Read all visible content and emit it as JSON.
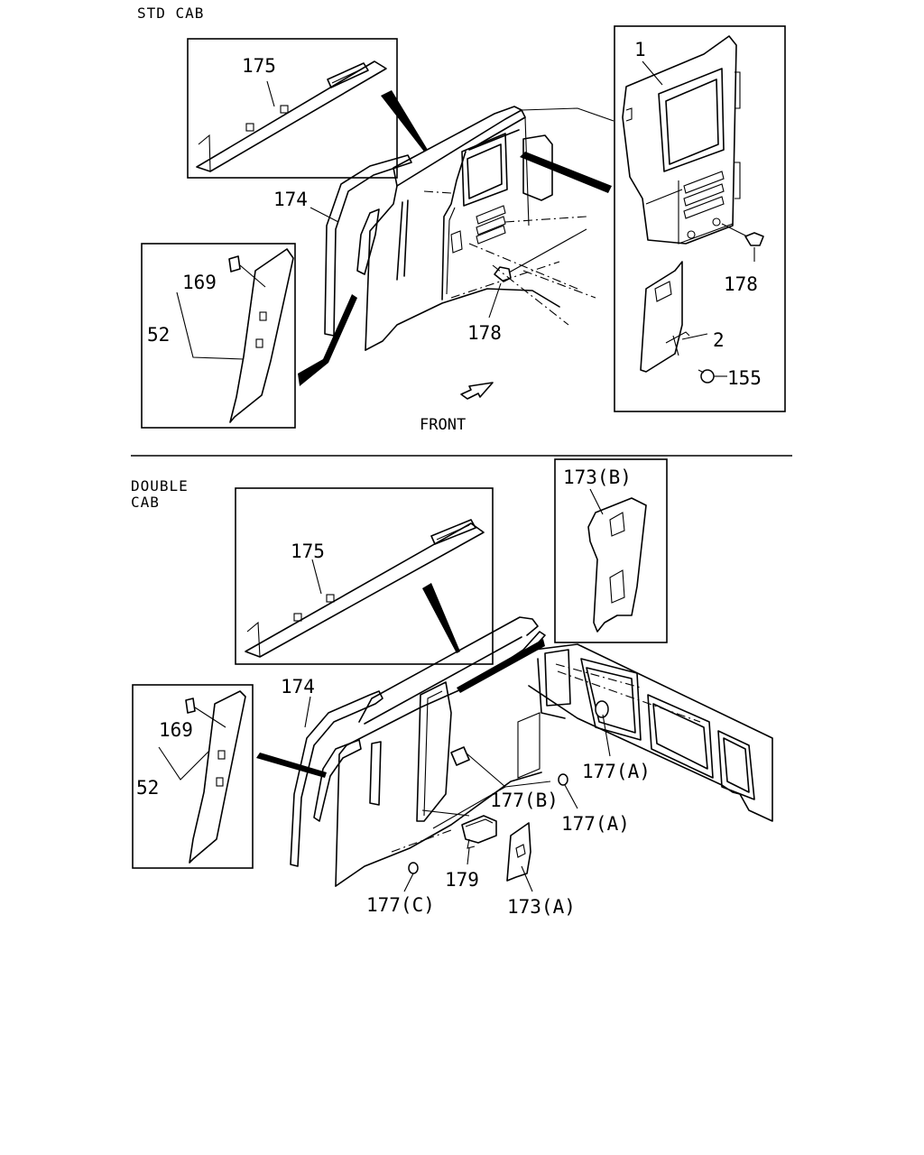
{
  "sections": {
    "std_cab": "STD CAB",
    "double_cab_line1": "DOUBLE",
    "double_cab_line2": "CAB"
  },
  "direction": {
    "front": "FRONT"
  },
  "std_labels": {
    "p175": "175",
    "p174": "174",
    "p169": "169",
    "p52": "52",
    "p178_center": "178",
    "p1": "1",
    "p178_right": "178",
    "p2": "2",
    "p155": "155"
  },
  "double_labels": {
    "p175": "175",
    "p174": "174",
    "p169": "169",
    "p52": "52",
    "p173b": "173(B)",
    "p177a_window": "177(A)",
    "p177b": "177(B)",
    "p177a_floor": "177(A)",
    "p179": "179",
    "p177c": "177(C)",
    "p173a": "173(A)"
  }
}
